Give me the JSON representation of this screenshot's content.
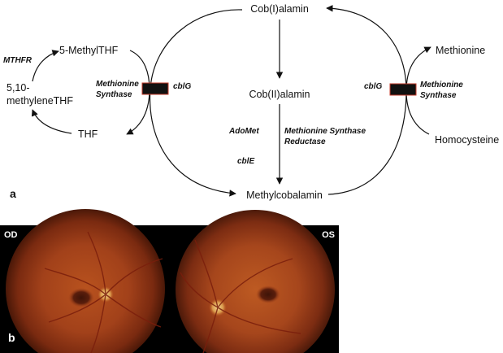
{
  "panel_a": {
    "label": "a",
    "nodes": {
      "cob1": "Cob(I)alamin",
      "cob2": "Cob(II)alamin",
      "methylcobalamin": "Methylcobalamin",
      "methylthf": "5-MethylTHF",
      "methylene_line1": "5,10-",
      "methylene_line2": "methyleneTHF",
      "thf": "THF",
      "methionine": "Methionine",
      "homocysteine": "Homocysteine"
    },
    "enzymes": {
      "mthfr": "MTHFR",
      "ms_left_line1": "Methionine",
      "ms_left_line2": "Synthase",
      "cblg_left": "cblG",
      "cblg_right": "cblG",
      "ms_right_line1": "Methionine",
      "ms_right_line2": "Synthase",
      "adomet": "AdoMet",
      "msr_line1": "Methionine Synthase",
      "msr_line2": "Reductase",
      "cble": "cblE"
    }
  },
  "panel_b": {
    "label": "b",
    "left_eye": "OD",
    "right_eye": "OS"
  }
}
